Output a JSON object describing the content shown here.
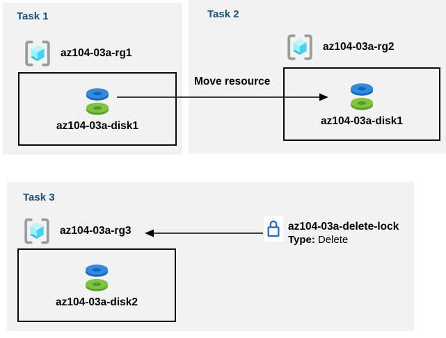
{
  "diagram": {
    "tasks": [
      {
        "title": "Task 1",
        "resource_group": "az104-03a-rg1",
        "resource": "az104-03a-disk1"
      },
      {
        "title": "Task 2",
        "resource_group": "az104-03a-rg2",
        "resource": "az104-03a-disk1"
      },
      {
        "title": "Task 3",
        "resource_group": "az104-03a-rg3",
        "resource": "az104-03a-disk2"
      }
    ],
    "move_arrow_label": "Move resource",
    "lock": {
      "name": "az104-03a-delete-lock",
      "type_label": "Type:",
      "type_value": "Delete"
    }
  },
  "icons": {
    "resource_group": "resource-group-icon",
    "disk": "disk-icon",
    "lock": "lock-icon",
    "move_arrow": "right-arrow",
    "lock_arrow": "left-arrow"
  },
  "colors": {
    "task_title_blue": "#174f7c",
    "panel_background": "#f2f2f2",
    "disk_blue_top": "#3289dd",
    "disk_blue_side": "#1668bd",
    "disk_green_top": "#7fc340",
    "disk_green_side": "#5aa12b",
    "cube_cyan_right": "#41d4f2",
    "cube_cyan_left": "#9ceefc",
    "cube_cyan_top": "#c2f2fd",
    "bracket_gray": "#9b9b9b",
    "lock_blue": "#1a6ac5",
    "arrow_black": "#000000"
  }
}
